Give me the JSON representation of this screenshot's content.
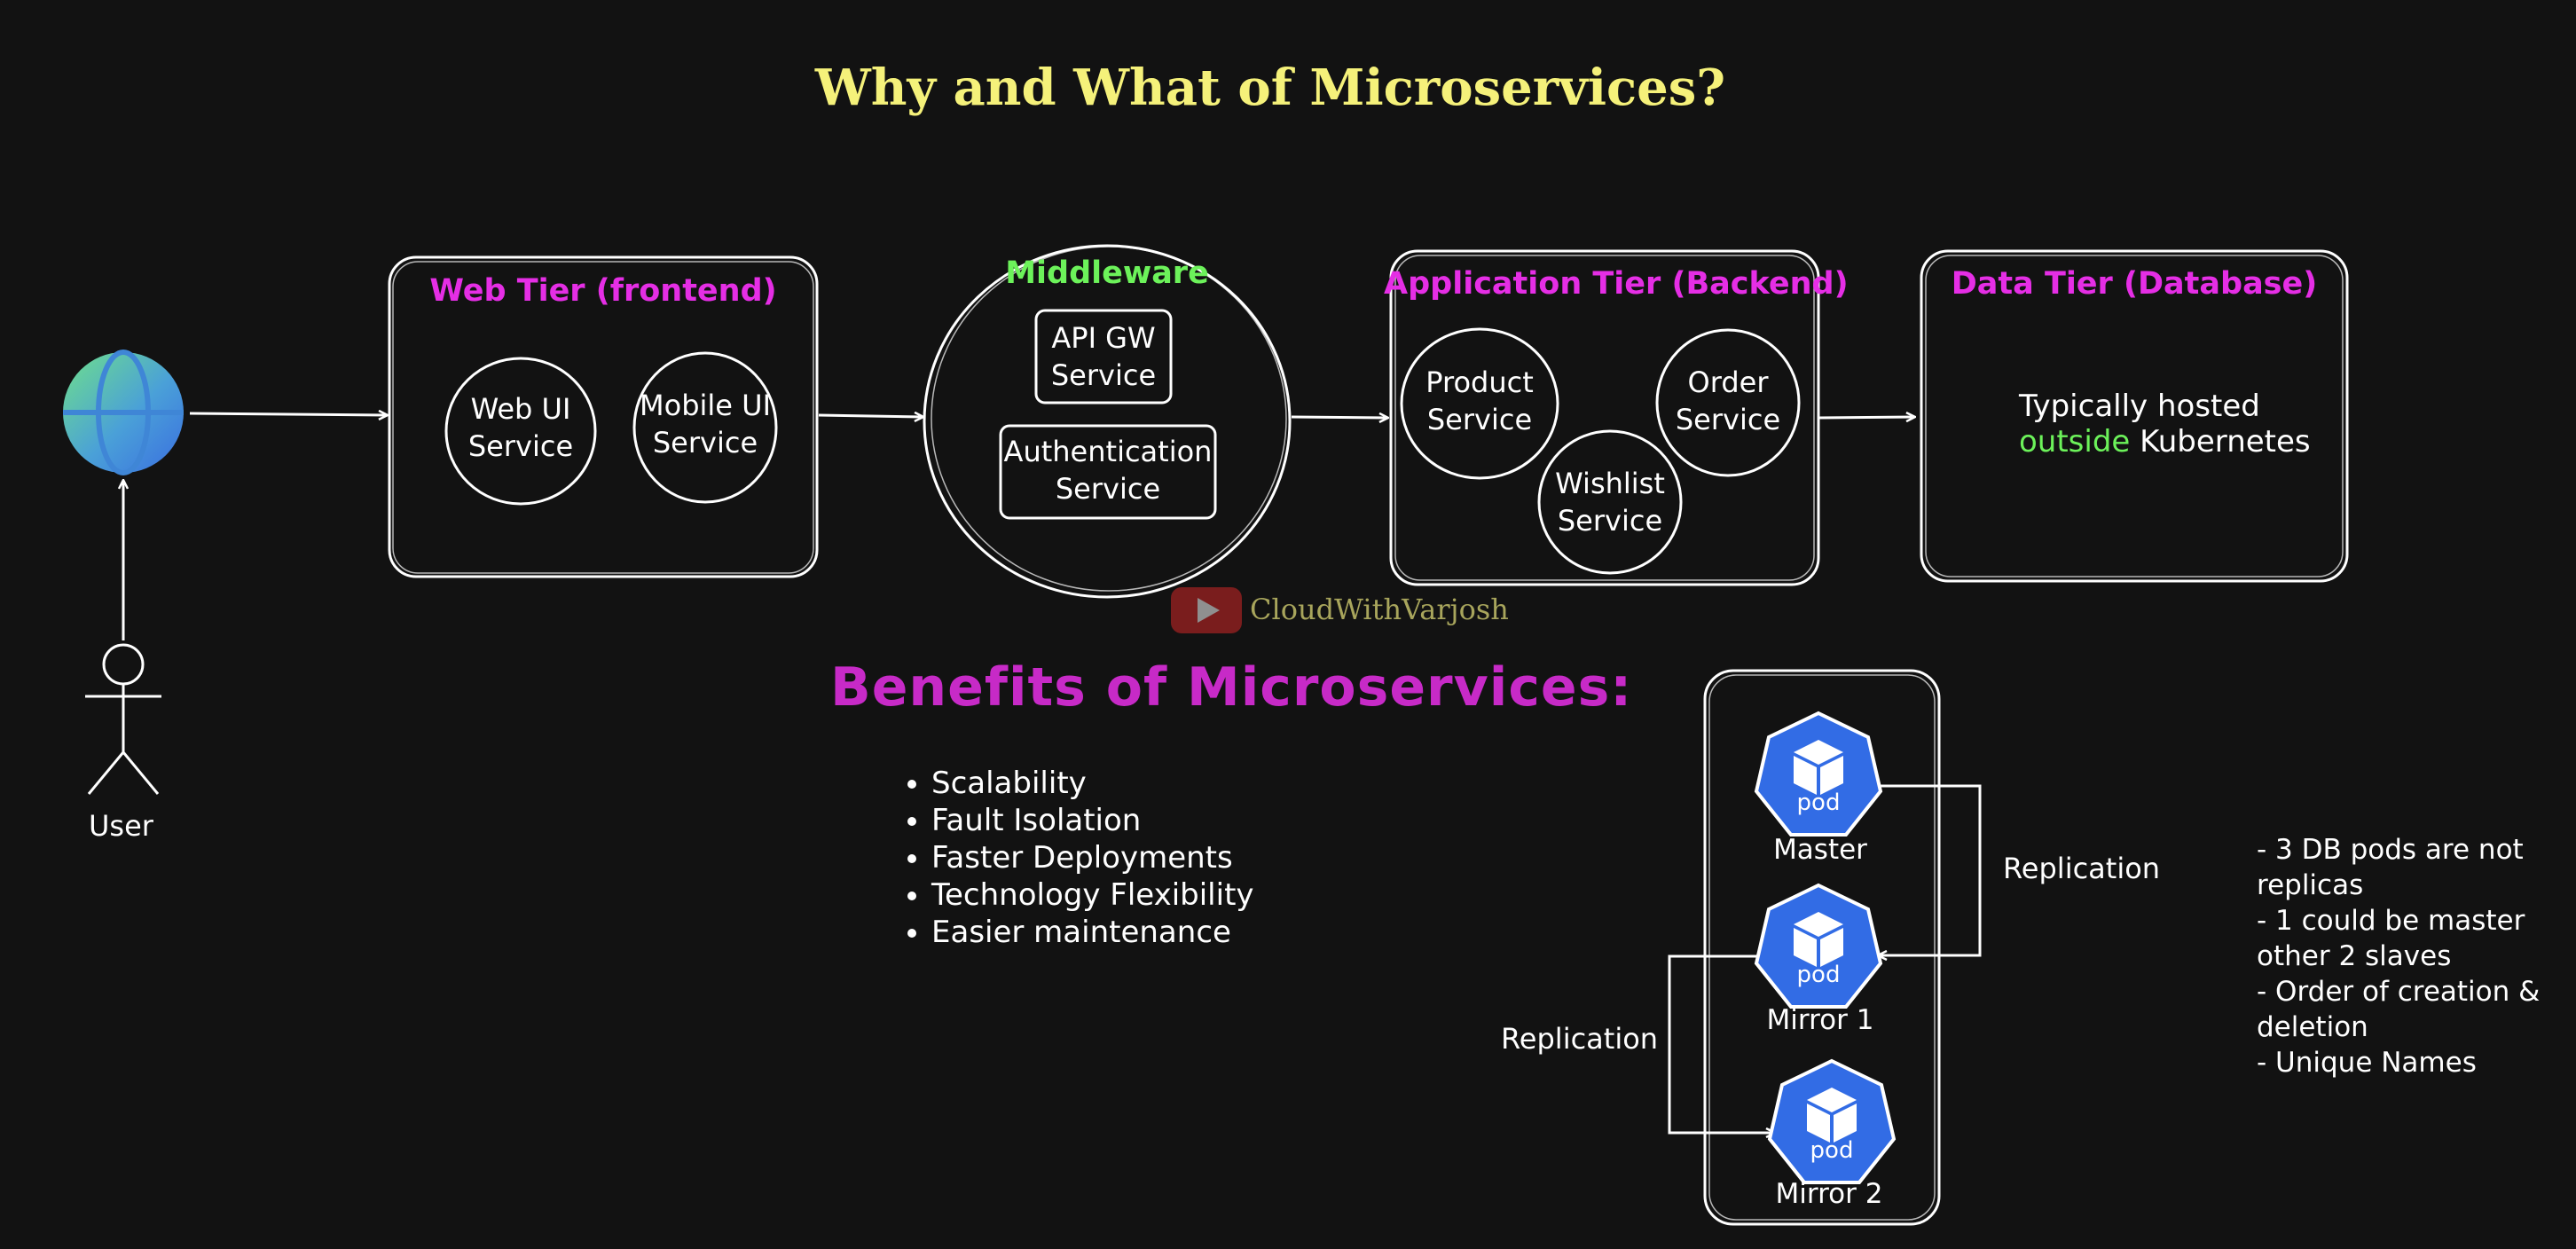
{
  "title": "Why and What of Microservices?",
  "user_label": "User",
  "web_tier": {
    "title": "Web Tier (frontend)",
    "services": [
      {
        "line1": "Web UI",
        "line2": "Service"
      },
      {
        "line1": "Mobile UI",
        "line2": "Service"
      }
    ]
  },
  "middleware": {
    "title": "Middleware",
    "services": [
      {
        "line1": "API GW",
        "line2": "Service"
      },
      {
        "line1": "Authentication",
        "line2": "Service"
      }
    ]
  },
  "app_tier": {
    "title": "Application Tier (Backend)",
    "services": [
      {
        "line1": "Product",
        "line2": "Service"
      },
      {
        "line1": "Order",
        "line2": "Service"
      },
      {
        "line1": "Wishlist",
        "line2": "Service"
      }
    ]
  },
  "data_tier": {
    "title": "Data Tier (Database)",
    "note_line1": "Typically hosted",
    "note_highlight": "outside",
    "note_rest": "Kubernetes"
  },
  "watermark": "CloudWithVarjosh",
  "benefits": {
    "title": "Benefits of Microservices:",
    "items": [
      "Scalability",
      "Fault Isolation",
      "Faster Deployments",
      "Technology Flexibility",
      "Easier maintenance"
    ]
  },
  "pods": [
    {
      "icon_text": "pod",
      "label": "Master"
    },
    {
      "icon_text": "pod",
      "label": "Mirror 1"
    },
    {
      "icon_text": "pod",
      "label": "Mirror 2"
    }
  ],
  "replication_labels": [
    "Replication",
    "Replication"
  ],
  "db_facts": [
    "- 3 DB pods are not replicas",
    "- 1 could be master other 2 slaves",
    "- Order of creation & deletion",
    "- Unique Names"
  ],
  "colors": {
    "background": "#121212",
    "title": "#f5f17a",
    "tier_title": "#e52ee5",
    "middleware_title": "#6cf25a",
    "benefits_title": "#c72ac7",
    "pod_blue": "#326ce5",
    "highlight": "#6cf25a",
    "watermark_red": "#7a1d1d"
  }
}
